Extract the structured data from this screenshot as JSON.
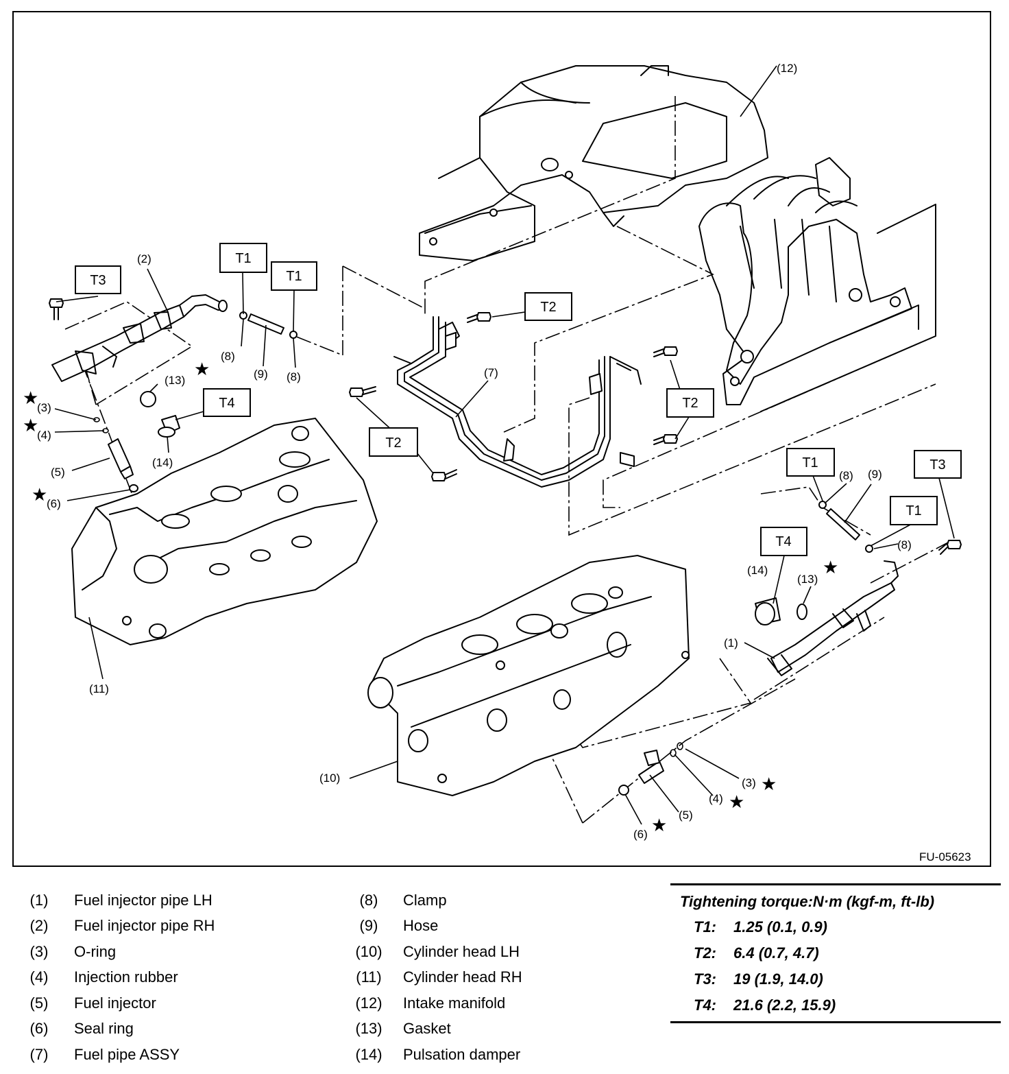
{
  "figure_code": "FU-05623",
  "torque_boxes": {
    "t1": "T1",
    "t2": "T2",
    "t3": "T3",
    "t4": "T4"
  },
  "callouts": {
    "c1": "(1)",
    "c2": "(2)",
    "c3": "(3)",
    "c4": "(4)",
    "c5": "(5)",
    "c6": "(6)",
    "c7": "(7)",
    "c8": "(8)",
    "c9": "(9)",
    "c10": "(10)",
    "c11": "(11)",
    "c12": "(12)",
    "c13": "(13)",
    "c14": "(14)"
  },
  "star_symbol": "★",
  "legend": [
    {
      "num": "(1)",
      "label": "Fuel injector pipe LH"
    },
    {
      "num": "(2)",
      "label": "Fuel injector pipe RH"
    },
    {
      "num": "(3)",
      "label": "O-ring"
    },
    {
      "num": "(4)",
      "label": "Injection rubber"
    },
    {
      "num": "(5)",
      "label": "Fuel injector"
    },
    {
      "num": "(6)",
      "label": "Seal ring"
    },
    {
      "num": "(7)",
      "label": "Fuel pipe ASSY"
    },
    {
      "num": "(8)",
      "label": "Clamp"
    },
    {
      "num": "(9)",
      "label": "Hose"
    },
    {
      "num": "(10)",
      "label": "Cylinder head LH"
    },
    {
      "num": "(11)",
      "label": "Cylinder head RH"
    },
    {
      "num": "(12)",
      "label": "Intake manifold"
    },
    {
      "num": "(13)",
      "label": "Gasket"
    },
    {
      "num": "(14)",
      "label": "Pulsation damper"
    }
  ],
  "torque_table": {
    "title": "Tightening torque:N·m (kgf-m, ft-lb)",
    "rows": [
      {
        "code": "T1:",
        "value": "1.25 (0.1, 0.9)"
      },
      {
        "code": "T2:",
        "value": "6.4 (0.7, 4.7)"
      },
      {
        "code": "T3:",
        "value": "19 (1.9, 14.0)"
      },
      {
        "code": "T4:",
        "value": "21.6 (2.2, 15.9)"
      }
    ]
  }
}
